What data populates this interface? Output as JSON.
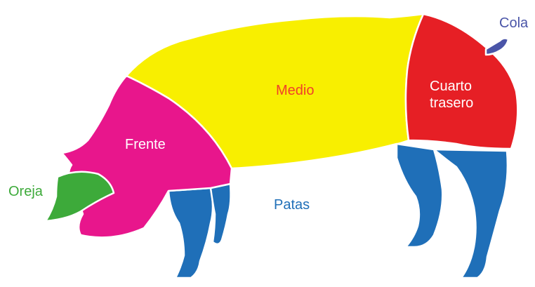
{
  "regions": {
    "frente": {
      "label": "Frente",
      "label_color": "#ffffff",
      "fill": "#e8168c"
    },
    "medio": {
      "label": "Medio",
      "label_color": "#f0402a",
      "fill": "#f8ef00"
    },
    "cuarto": {
      "label_line1": "Cuarto",
      "label_line2": "trasero",
      "label_color": "#ffffff",
      "fill": "#e61f25"
    },
    "oreja": {
      "label": "Oreja",
      "label_color": "#3daa3a",
      "fill": "#3daa3a"
    },
    "cola": {
      "label": "Cola",
      "label_color": "#4a55a8",
      "fill": "#4a55a8"
    },
    "patas": {
      "label": "Patas",
      "label_color": "#1f6fb8",
      "fill": "#1f6fb8"
    }
  },
  "outline_color": "#ffffff"
}
